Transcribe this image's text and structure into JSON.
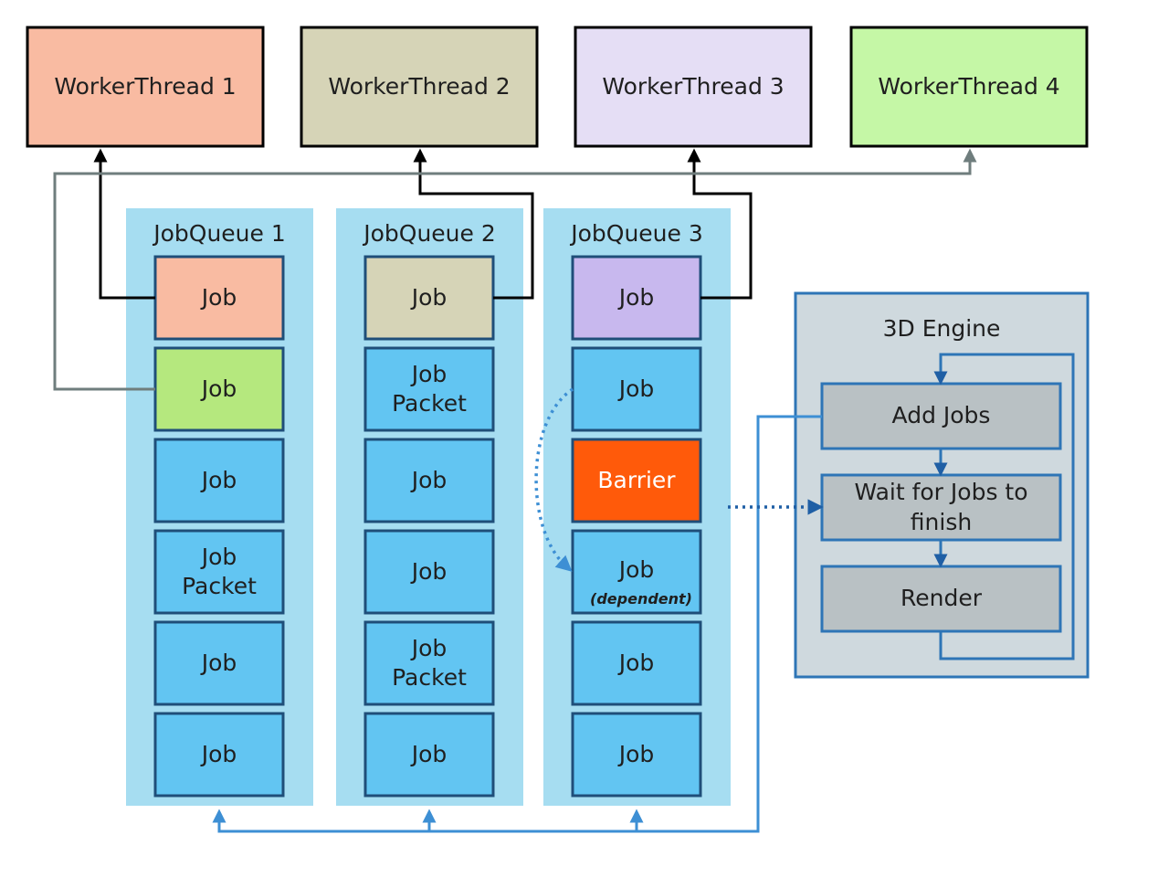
{
  "colors": {
    "thread1": "#F9BBA2",
    "thread2": "#D6D4B7",
    "thread3": "#E5DEF5",
    "thread4": "#C5F7A6",
    "queue_bg": "#A6DDF1",
    "job_blue": "#62C5F2",
    "job_border": "#1F4E79",
    "barrier": "#FF5A0A",
    "job_purple": "#C8B8EE",
    "engine_bg": "#CFD9DE",
    "engine_border": "#2E75B6",
    "engine_step": "#B9C1C4",
    "arrow_black": "#000000",
    "arrow_gray": "#6F7D7D",
    "arrow_blue": "#3D8FD4",
    "arrow_dark_blue": "#1F5FA5"
  },
  "threads": [
    {
      "label": "WorkerThread 1"
    },
    {
      "label": "WorkerThread 2"
    },
    {
      "label": "WorkerThread 3"
    },
    {
      "label": "WorkerThread 4"
    }
  ],
  "queues": [
    {
      "label": "JobQueue 1",
      "jobs": [
        "Job",
        "Job",
        "Job",
        "Job\nPacket",
        "Job",
        "Job"
      ]
    },
    {
      "label": "JobQueue 2",
      "jobs": [
        "Job",
        "Job\nPacket",
        "Job",
        "Job",
        "Job\nPacket",
        "Job"
      ]
    },
    {
      "label": "JobQueue 3",
      "jobs": [
        "Job",
        "Job",
        "Barrier",
        "Job",
        "Job",
        "Job"
      ],
      "dependent_note": "(dependent)"
    }
  ],
  "engine": {
    "title": "3D Engine",
    "steps": [
      "Add Jobs",
      "Wait for Jobs to\nfinish",
      "Render"
    ]
  }
}
